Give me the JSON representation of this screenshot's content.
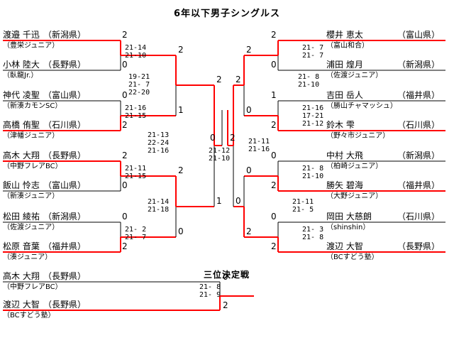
{
  "title": "6年以下男子シングルス",
  "colors": {
    "black_line": "#000000",
    "winner_red": "#ff0000"
  },
  "players": {
    "left": [
      {
        "name": "渡邉 千迅",
        "pref": "（新潟県）",
        "club": "（豊栄ジュニア）"
      },
      {
        "name": "小林 陸大",
        "pref": "（長野県）",
        "club": "（臥龍Jr.）"
      },
      {
        "name": "神代 凌聖",
        "pref": "（富山県）",
        "club": "（新湊カモンSC）"
      },
      {
        "name": "高橋 侑聖",
        "pref": "（石川県）",
        "club": "（津幡ジュニア）"
      },
      {
        "name": "高木 大翔",
        "pref": "（長野県）",
        "club": "（中野フレアBC）"
      },
      {
        "name": "飯山 怜志",
        "pref": "（富山県）",
        "club": "（新湊ジュニア）"
      },
      {
        "name": "松田 綾祐",
        "pref": "（新潟県）",
        "club": "（佐渡ジュニア）"
      },
      {
        "name": "松原 音葉",
        "pref": "（福井県）",
        "club": "（湊ジュニア）"
      }
    ],
    "right": [
      {
        "name": "櫻井 恵太",
        "pref": "（富山県）",
        "club": "（富山和合）"
      },
      {
        "name": "浦田 煌月",
        "pref": "（新潟県）",
        "club": "（佐渡ジュニア）"
      },
      {
        "name": "吉田 岳人",
        "pref": "（福井県）",
        "club": "（勝山チャマッシュ）"
      },
      {
        "name": "鈴木 雫",
        "pref": "（石川県）",
        "club": "（野々市ジュニア）"
      },
      {
        "name": "中村 大飛",
        "pref": "（新潟県）",
        "club": "（柏崎ジュニア）"
      },
      {
        "name": "勝矢 碧海",
        "pref": "（福井県）",
        "club": "（大野ジュニア）"
      },
      {
        "name": "岡田 大慈朗",
        "pref": "（石川県）",
        "club": "（shinshin）"
      },
      {
        "name": "渡辺 大智",
        "pref": "（長野県）",
        "club": "（BCすどう塾）"
      }
    ],
    "third": [
      {
        "name": "高木 大翔",
        "pref": "（長野県）",
        "club": "（中野フレアBC）"
      },
      {
        "name": "渡辺 大智",
        "pref": "（長野県）",
        "club": "（BCすどう塾）"
      }
    ]
  },
  "matches": {
    "r1_l1": {
      "games": [
        "21-14",
        "21-10"
      ],
      "top_sets": "2",
      "bottom_sets": "0"
    },
    "r1_l2": {
      "games": [
        "21-16",
        "21-15"
      ],
      "top_sets": "0",
      "bottom_sets": "2"
    },
    "r1_l3": {
      "games": [
        "21-11",
        "21-15"
      ],
      "top_sets": "2",
      "bottom_sets": "0"
    },
    "r1_l4": {
      "games": [
        "21- 2",
        "21- 7"
      ],
      "top_sets": "0",
      "bottom_sets": "2"
    },
    "qf_l1": {
      "games": [
        "19-21",
        "21- 7",
        "22-20"
      ],
      "top_sets": "2",
      "bottom_sets": "1"
    },
    "qf_l2": {
      "games": [
        "21-14",
        "21-18"
      ],
      "top_sets": "2",
      "bottom_sets": "0"
    },
    "sf_l": {
      "games": [
        "21-13",
        "22-24",
        "21-16"
      ],
      "top_sets": "2",
      "bottom_sets": "1"
    },
    "r1_r1": {
      "games": [
        "21- 7",
        "21- 7"
      ],
      "top_sets": "2",
      "bottom_sets": "0"
    },
    "r1_r2": {
      "games": [
        "21-16",
        "17-21",
        "21-12"
      ],
      "top_sets": "1",
      "bottom_sets": "2"
    },
    "r1_r3": {
      "games": [
        "21- 8",
        "21-10"
      ],
      "top_sets": "0",
      "bottom_sets": "2"
    },
    "r1_r4": {
      "games": [
        "21- 3",
        "21- 8"
      ],
      "top_sets": "0",
      "bottom_sets": "2"
    },
    "qf_r1": {
      "games": [
        "21- 8",
        "21-10"
      ],
      "top_sets": "2",
      "bottom_sets": "0"
    },
    "qf_r2": {
      "games": [
        "21-11",
        "21- 5"
      ],
      "top_sets": "0",
      "bottom_sets": "2"
    },
    "sf_r": {
      "games": [
        "21-11",
        "21-16"
      ],
      "top_sets": "2",
      "bottom_sets": "0"
    },
    "final": {
      "games": [
        "21-12",
        "21-10"
      ],
      "left_sets": "0",
      "right_sets": "2"
    },
    "third": {
      "label": "三位決定戦",
      "games": [
        "21- 8",
        "21- 9"
      ],
      "top_sets": "0",
      "bottom_sets": "2"
    }
  }
}
